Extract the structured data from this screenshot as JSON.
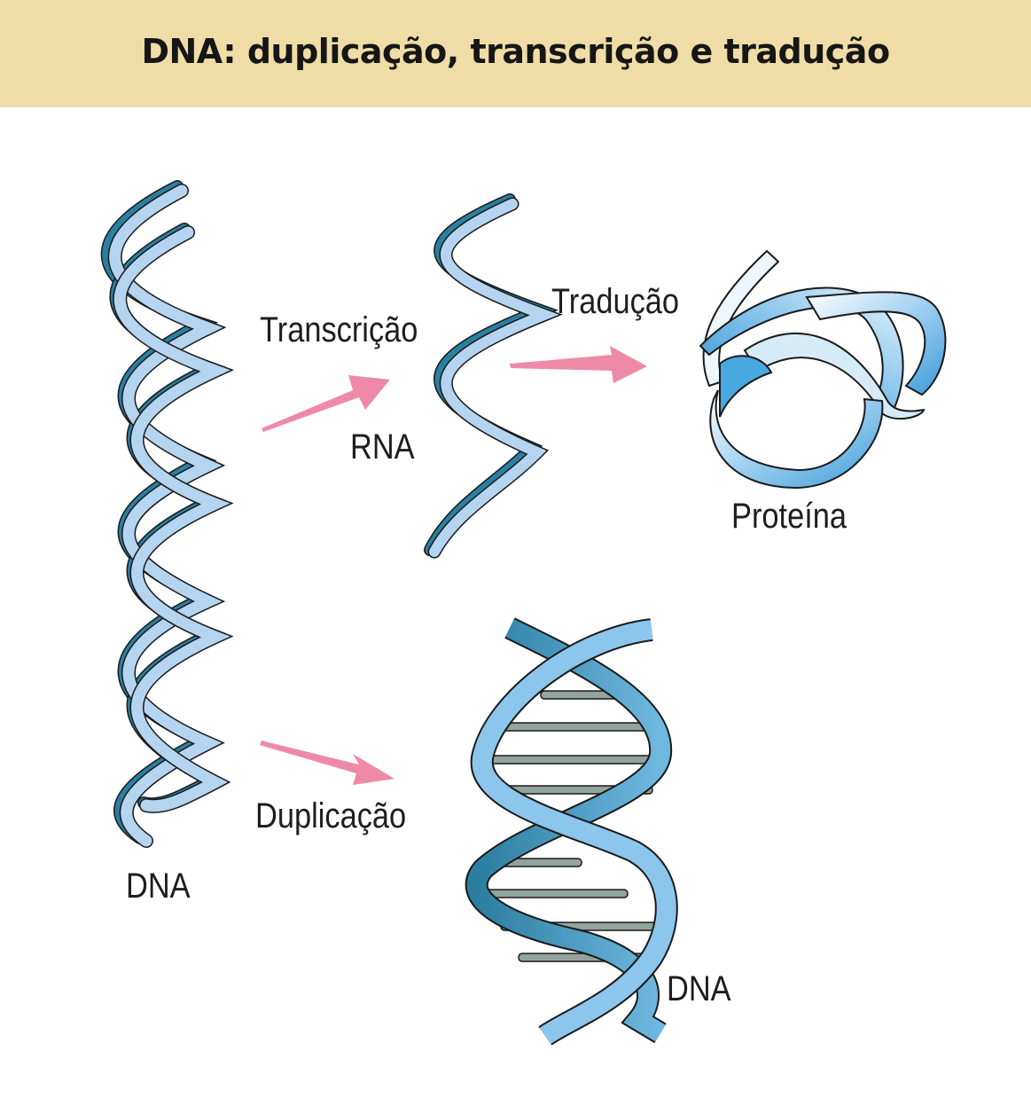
{
  "title": "DNA: duplicação, transcrição e tradução",
  "labels": {
    "transcription": "Transcrição",
    "rna": "RNA",
    "translation": "Tradução",
    "protein": "Proteína",
    "duplication": "Duplicação",
    "dna_source": "DNA",
    "dna_copy": "DNA"
  },
  "colors": {
    "title_background": "#efdca6",
    "strand_light": "#b5d4f0",
    "strand_dark": "#2a7fa3",
    "strand_outline": "#1a1a1a",
    "arrow": "#ee8aa8",
    "base_pair": "#93a39d"
  },
  "icons": [
    "dna-double-helix-icon",
    "rna-strand-icon",
    "protein-ribbon-icon",
    "dna-ladder-icon",
    "arrow-icon"
  ]
}
